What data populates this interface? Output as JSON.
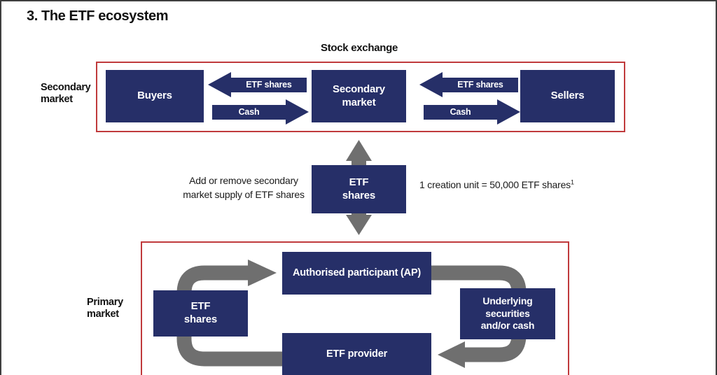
{
  "title": "3. The ETF ecosystem",
  "colors": {
    "navy": "#262f68",
    "red": "#c03a3c",
    "gray": "#6f6f6f"
  },
  "secondary_market": {
    "region_label": "Secondary\nmarket",
    "exchange_caption": "Stock exchange",
    "boxes": {
      "buyers": "Buyers",
      "market": "Secondary\nmarket",
      "sellers": "Sellers"
    },
    "flows": {
      "etf_shares": "ETF shares",
      "cash": "Cash"
    }
  },
  "creation_unit": {
    "center_box": "ETF\nshares",
    "left_note": "Add or remove secondary\nmarket supply of ETF shares",
    "right_note": "1 creation unit = 50,000 ETF shares",
    "right_note_superscript": "1"
  },
  "primary_market": {
    "region_label": "Primary\nmarket",
    "boxes": {
      "etf_shares": "ETF\nshares",
      "authorised_participant": "Authorised participant (AP)",
      "etf_provider": "ETF provider",
      "underlying": "Underlying\nsecurities\nand/or cash"
    }
  }
}
